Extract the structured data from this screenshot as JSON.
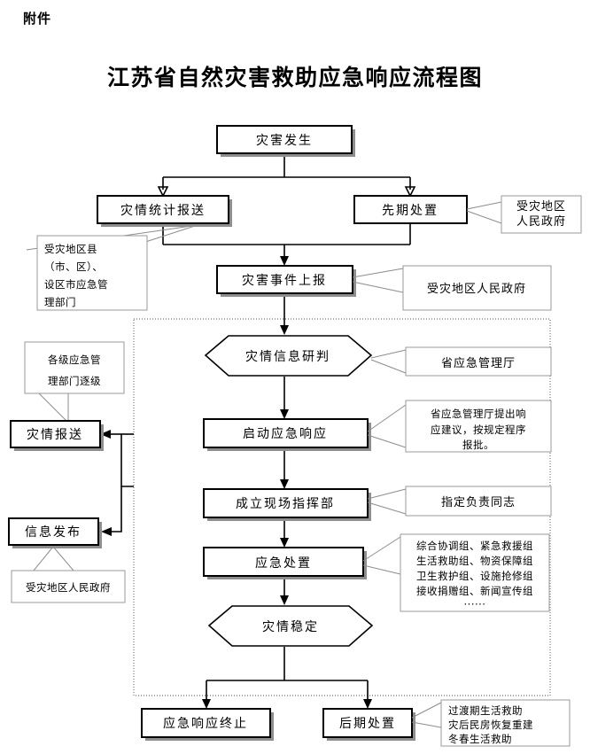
{
  "document": {
    "attachment_label": "附件",
    "title": "江苏省自然灾害救助应急响应流程图"
  },
  "nodes": {
    "disaster_occurs": "灾害发生",
    "disaster_stats_report": "灾情统计报送",
    "preliminary_handling": "先期处置",
    "disaster_event_report": "灾害事件上报",
    "disaster_info_analysis": "灾情信息研判",
    "start_emergency_response": "启动应急响应",
    "establish_field_command": "成立现场指挥部",
    "emergency_handling": "应急处置",
    "disaster_stabilized": "灾情稳定",
    "response_terminated": "应急响应终止",
    "post_handling": "后期处置",
    "disaster_reporting": "灾情报送",
    "information_release": "信息发布"
  },
  "notes": {
    "affected_people_gov_1": [
      "受灾地区",
      "人民政府"
    ],
    "county_city_depts": [
      "受灾地区县",
      "（市、区）、",
      "设区市应急管",
      "理部门"
    ],
    "affected_people_gov_2": [
      "受灾地区人民政府"
    ],
    "provincial_dept": [
      "省应急管理厅"
    ],
    "response_proposal": [
      "省应急管理厅提出响",
      "应建议，按规定程序",
      "报批。"
    ],
    "levels_depts": [
      "各级应急管",
      "理部门逐级"
    ],
    "assign_responsible": [
      "指定负责同志"
    ],
    "affected_people_gov_3": [
      "受灾地区人民政府"
    ],
    "work_groups": [
      "综合协调组、紧急救援组",
      "生活救助组、物资保障组",
      "卫生救护组、设施抢修组",
      "接收捐赠组、新闻宣传组",
      "······"
    ],
    "post_handling_items": [
      "过渡期生活救助",
      "灾后民房恢复重建",
      "冬春生活救助"
    ]
  },
  "colors": {
    "line": "#000000",
    "note_border": "#9a9a9a",
    "container_border": "#8a8a8a",
    "shadow": "#8e8e8e",
    "background": "#ffffff"
  }
}
